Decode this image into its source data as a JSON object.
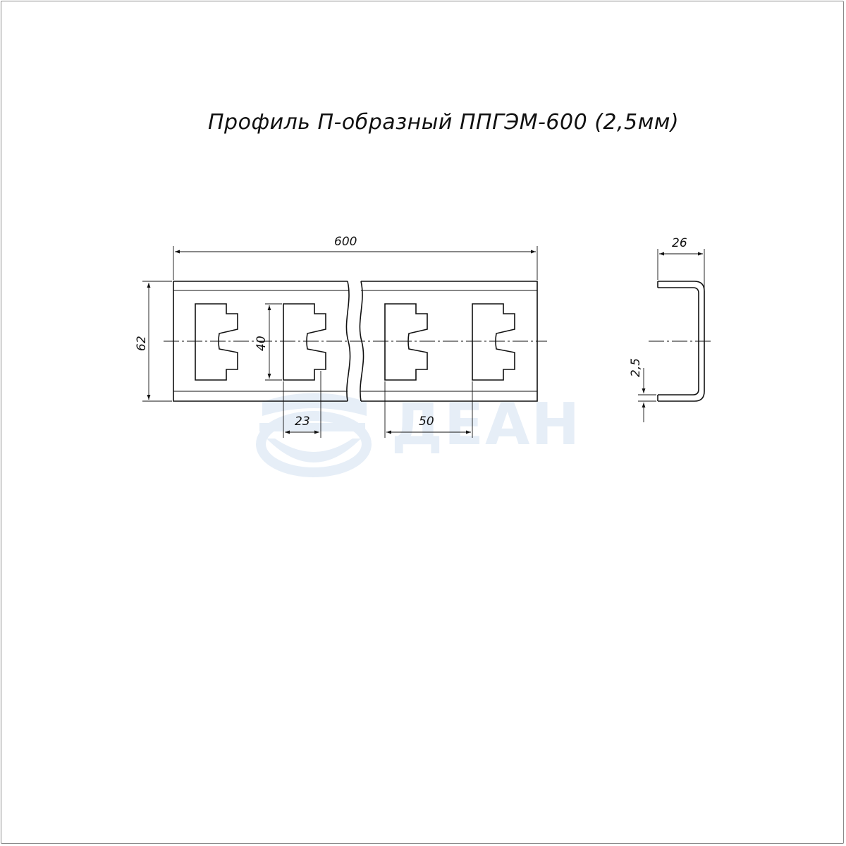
{
  "title": "Профиль П-образный ППГЭМ-600 (2,5мм)",
  "logo": {
    "text": "ДЕАН",
    "color": "#e6eef7"
  },
  "colors": {
    "line": "#111111",
    "frame": "#8a8a8a",
    "watermark": "#e6eef7"
  },
  "dimensions": {
    "length": "600",
    "height": "62",
    "slot_height": "40",
    "slot_width": "23",
    "slot_pitch": "50",
    "flange_width": "26",
    "thickness": "2,5"
  }
}
